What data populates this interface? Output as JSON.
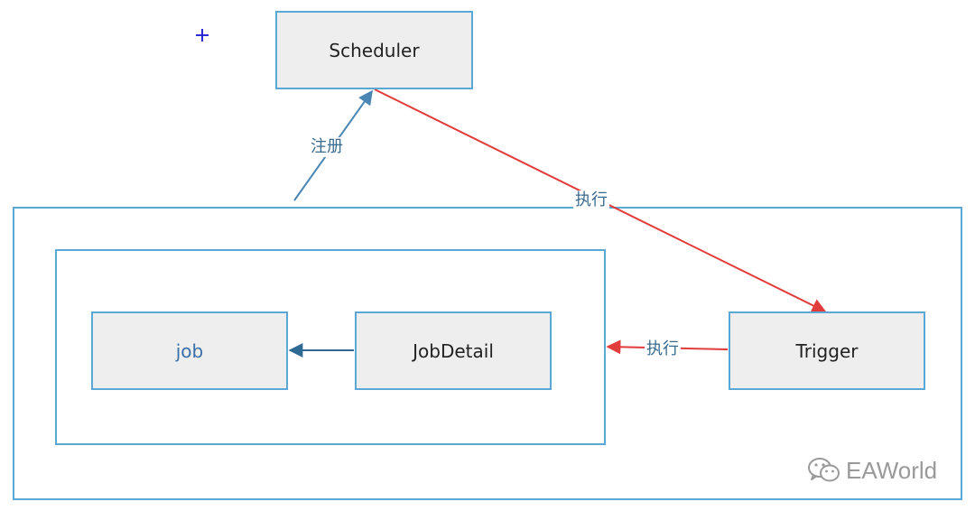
{
  "nodes": {
    "scheduler": "Scheduler",
    "job": "job",
    "jobdetail": "JobDetail",
    "trigger": "Trigger"
  },
  "edges": {
    "register": "注册",
    "execute_scheduler_to_trigger": "执行",
    "execute_trigger_to_frame": "执行"
  },
  "watermark": {
    "text": "EAWorld",
    "icon": "wechat-icon"
  },
  "colors": {
    "box_border": "#5ba7d6",
    "box_fill": "#eeeeee",
    "register_arrow": "#4a86b4",
    "execute_arrow": "#e23b3b",
    "crosshair": "#2b2bd6"
  }
}
